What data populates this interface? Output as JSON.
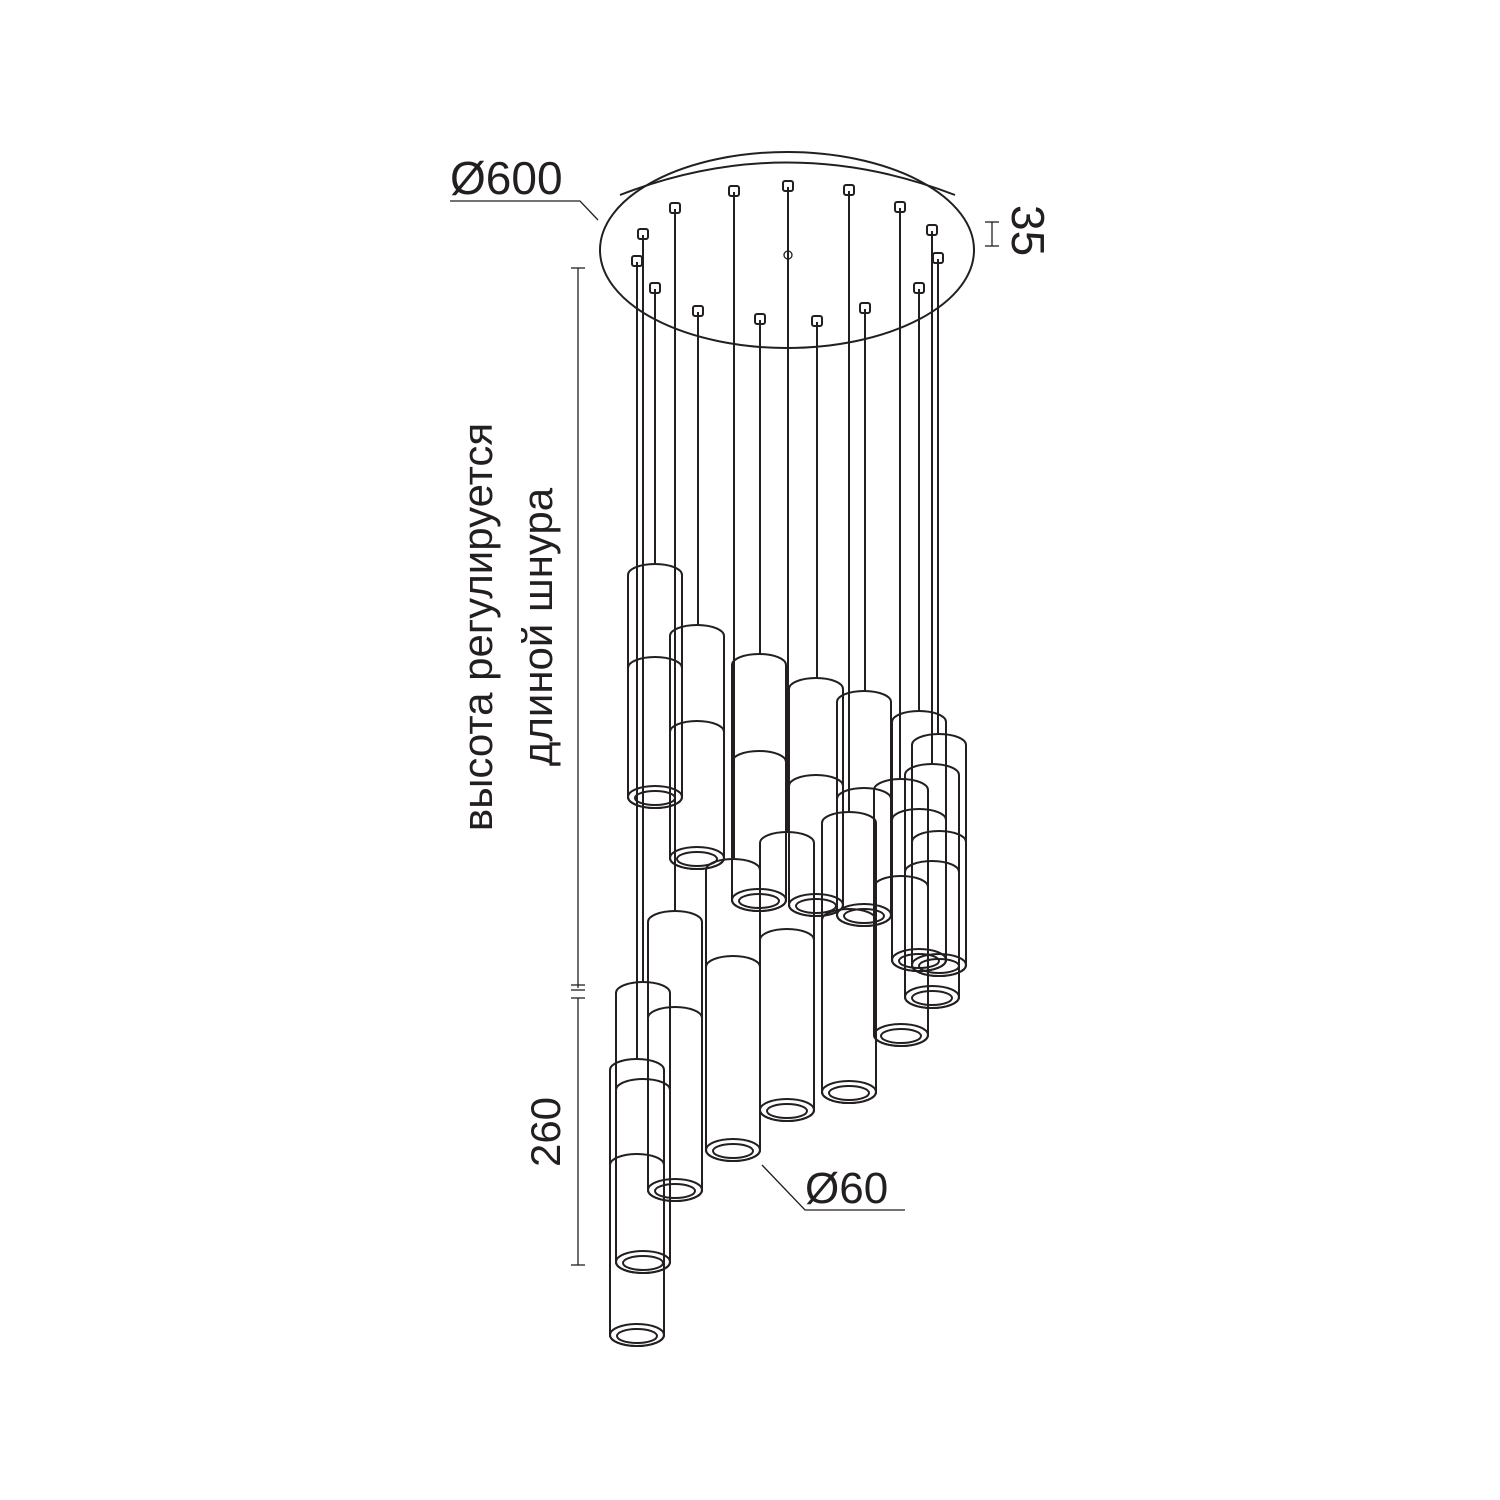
{
  "dimensions": {
    "canopy_diameter": "Ø600",
    "canopy_height": "35",
    "shade_length": "260",
    "shade_diameter": "Ø60"
  },
  "note": {
    "line1": "высота регулируется",
    "line2": "длиной шнура"
  },
  "colors": {
    "line": "#231f20",
    "background": "#ffffff"
  },
  "pendant_count": 15
}
